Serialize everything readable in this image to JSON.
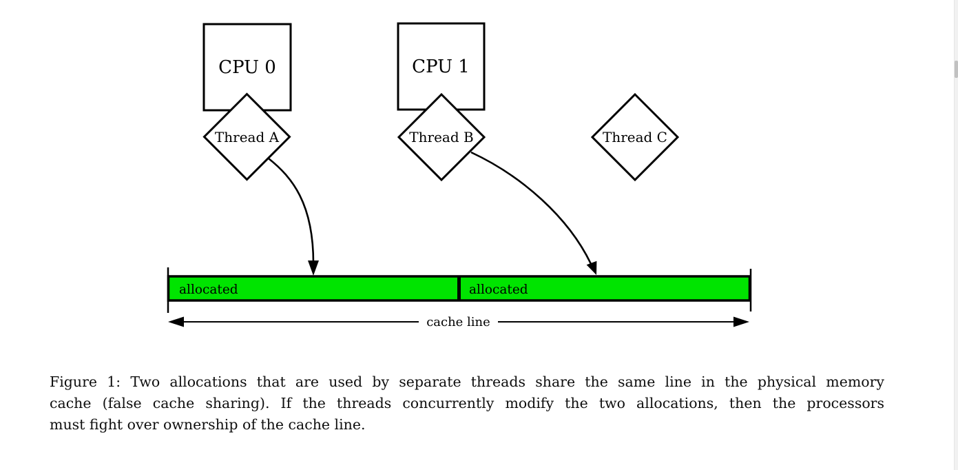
{
  "figure": {
    "cpus": [
      {
        "label": "CPU 0"
      },
      {
        "label": "CPU 1"
      }
    ],
    "threads": [
      {
        "label": "Thread A"
      },
      {
        "label": "Thread B"
      },
      {
        "label": "Thread C"
      }
    ],
    "allocations": [
      {
        "label": "allocated"
      },
      {
        "label": "allocated"
      }
    ],
    "cache_line_label": "cache line"
  },
  "caption": {
    "lines": [
      "Figure 1: Two allocations that are used by separate threads share the same line in the physical memory",
      "cache (false cache sharing). If the threads concurrently modify the two allocations, then the processors",
      "must fight over ownership of the cache line."
    ]
  },
  "colors": {
    "allocation_fill": "#00e400",
    "line": "#000000",
    "scrollbar_track": "#f1f1f1",
    "scrollbar_thumb": "#c1c1c1"
  }
}
